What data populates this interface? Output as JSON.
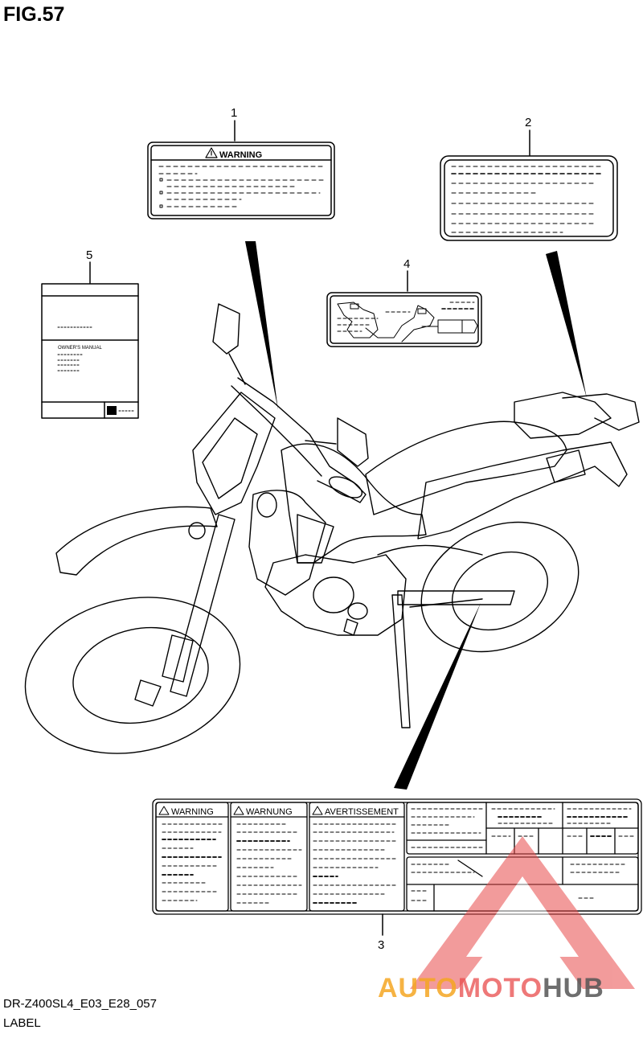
{
  "figure": {
    "title": "FIG.57",
    "model_code": "DR-Z400SL4_E03_E28_057",
    "caption": "LABEL"
  },
  "callouts": [
    "1",
    "2",
    "3",
    "4",
    "5"
  ],
  "labels": {
    "label1": {
      "heading": "WARNING"
    },
    "label3": {
      "headings": [
        "WARNING",
        "WARNUNG",
        "AVERTISSEMENT"
      ]
    },
    "label5": {
      "manual_text": "OWNER'S MANUAL"
    }
  },
  "watermark": {
    "part1": "AUTO",
    "part2": "MOTO",
    "part3": "HUB",
    "color_primary": "#f5a623",
    "color_secondary": "#e94b4b",
    "color_tertiary": "#555555"
  }
}
